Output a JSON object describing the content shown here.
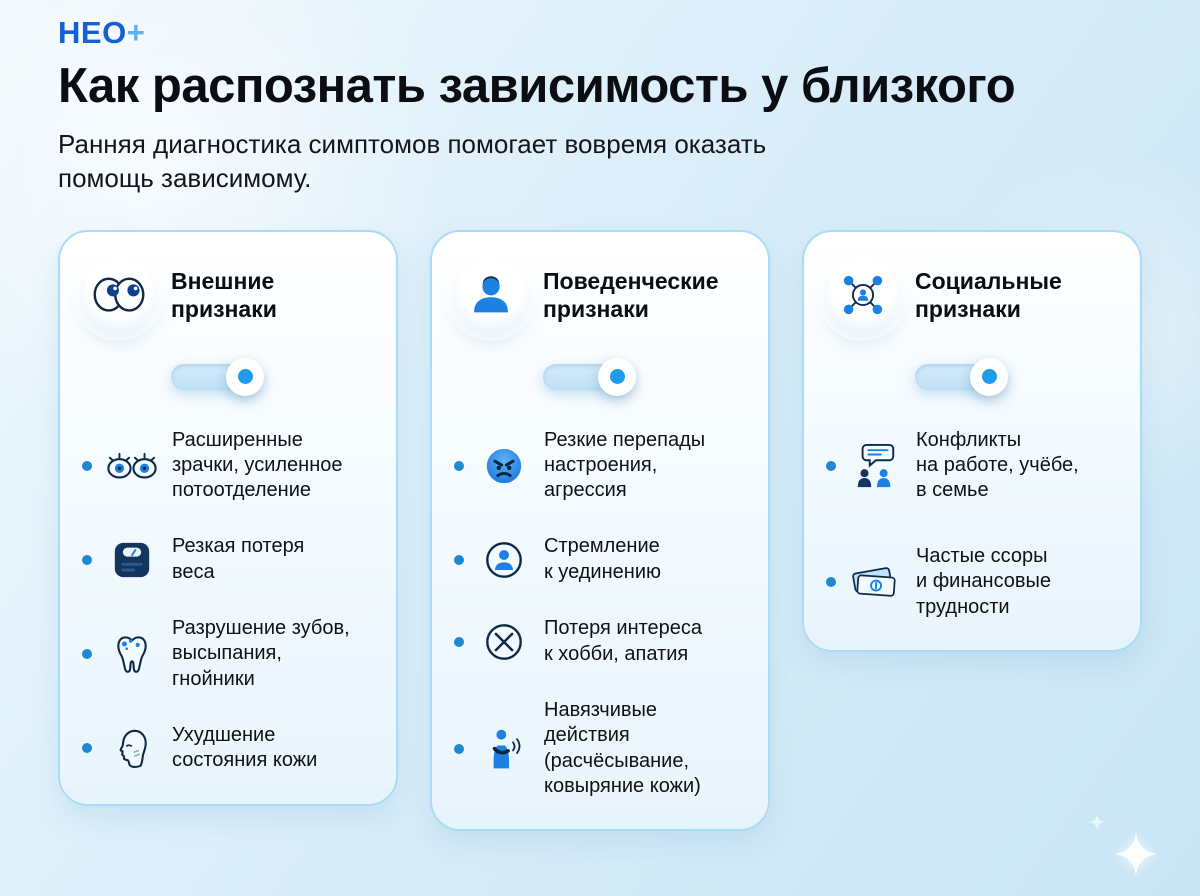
{
  "logo": {
    "text": "НЕО",
    "plus": "+"
  },
  "header": {
    "title": "Как распознать зависимость у близкого",
    "subtitle": "Ранняя диагностика симптомов помогает вовремя оказать\nпомощь зависимому."
  },
  "colors": {
    "accent_blue": "#1e88d2",
    "dark_navy": "#0e2a47",
    "background": "#d9edf8",
    "card_border": "#a9dcf5",
    "text": "#0b0d12"
  },
  "cards": [
    {
      "title": "Внешние\nпризнаки",
      "header_icon": "googly-eyes-icon",
      "toggle_on": true,
      "items": [
        {
          "icon": "eyes-icon",
          "text": "Расширенные\nзрачки, усиленное\nпотоотделение"
        },
        {
          "icon": "weight-scale-icon",
          "text": "Резкая потеря\nвеса"
        },
        {
          "icon": "tooth-icon",
          "text": "Разрушение зубов,\nвысыпания,\nгнойники"
        },
        {
          "icon": "face-profile-icon",
          "text": "Ухудшение\nсостояния кожи"
        }
      ]
    },
    {
      "title": "Поведенческие\nпризнаки",
      "header_icon": "person-icon",
      "toggle_on": true,
      "items": [
        {
          "icon": "angry-face-icon",
          "text": "Резкие перепады\nнастроения,\nагрессия"
        },
        {
          "icon": "solitude-icon",
          "text": "Стремление\nк уединению"
        },
        {
          "icon": "no-interest-icon",
          "text": "Потеря интереса\nк хобби, апатия"
        },
        {
          "icon": "scratching-icon",
          "text": "Навязчивые\nдействия\n(расчёсывание,\nковыряние кожи)"
        }
      ]
    },
    {
      "title": "Социальные\nпризнаки",
      "header_icon": "network-icon",
      "toggle_on": true,
      "items": [
        {
          "icon": "conflict-icon",
          "text": "Конфликты\nна работе, учёбе,\nв семье"
        },
        {
          "icon": "money-icon",
          "text": "Частые ссоры\nи финансовые\nтрудности"
        }
      ]
    }
  ]
}
